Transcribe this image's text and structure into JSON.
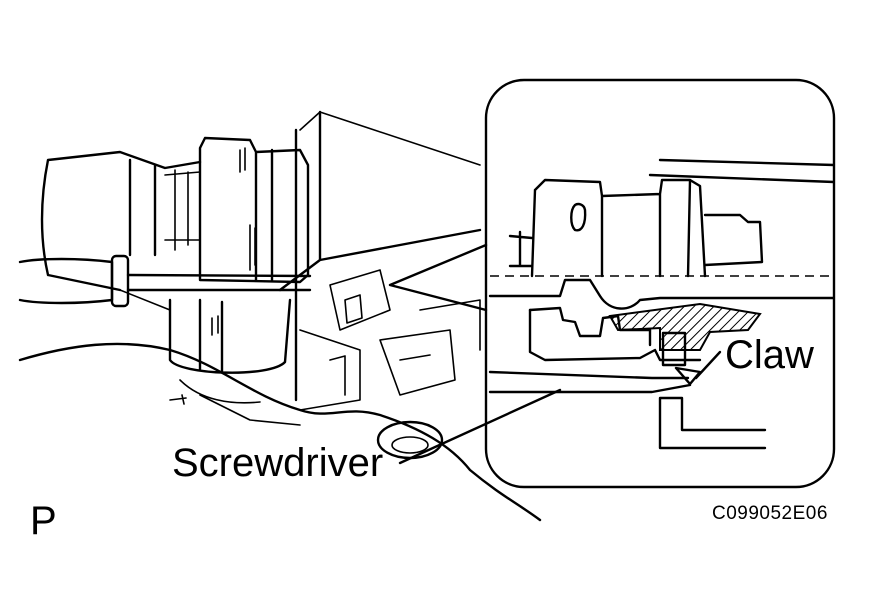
{
  "labels": {
    "screwdriver": "Screwdriver",
    "claw": "Claw",
    "view_code": "P",
    "figure_code": "C099052E06"
  }
}
